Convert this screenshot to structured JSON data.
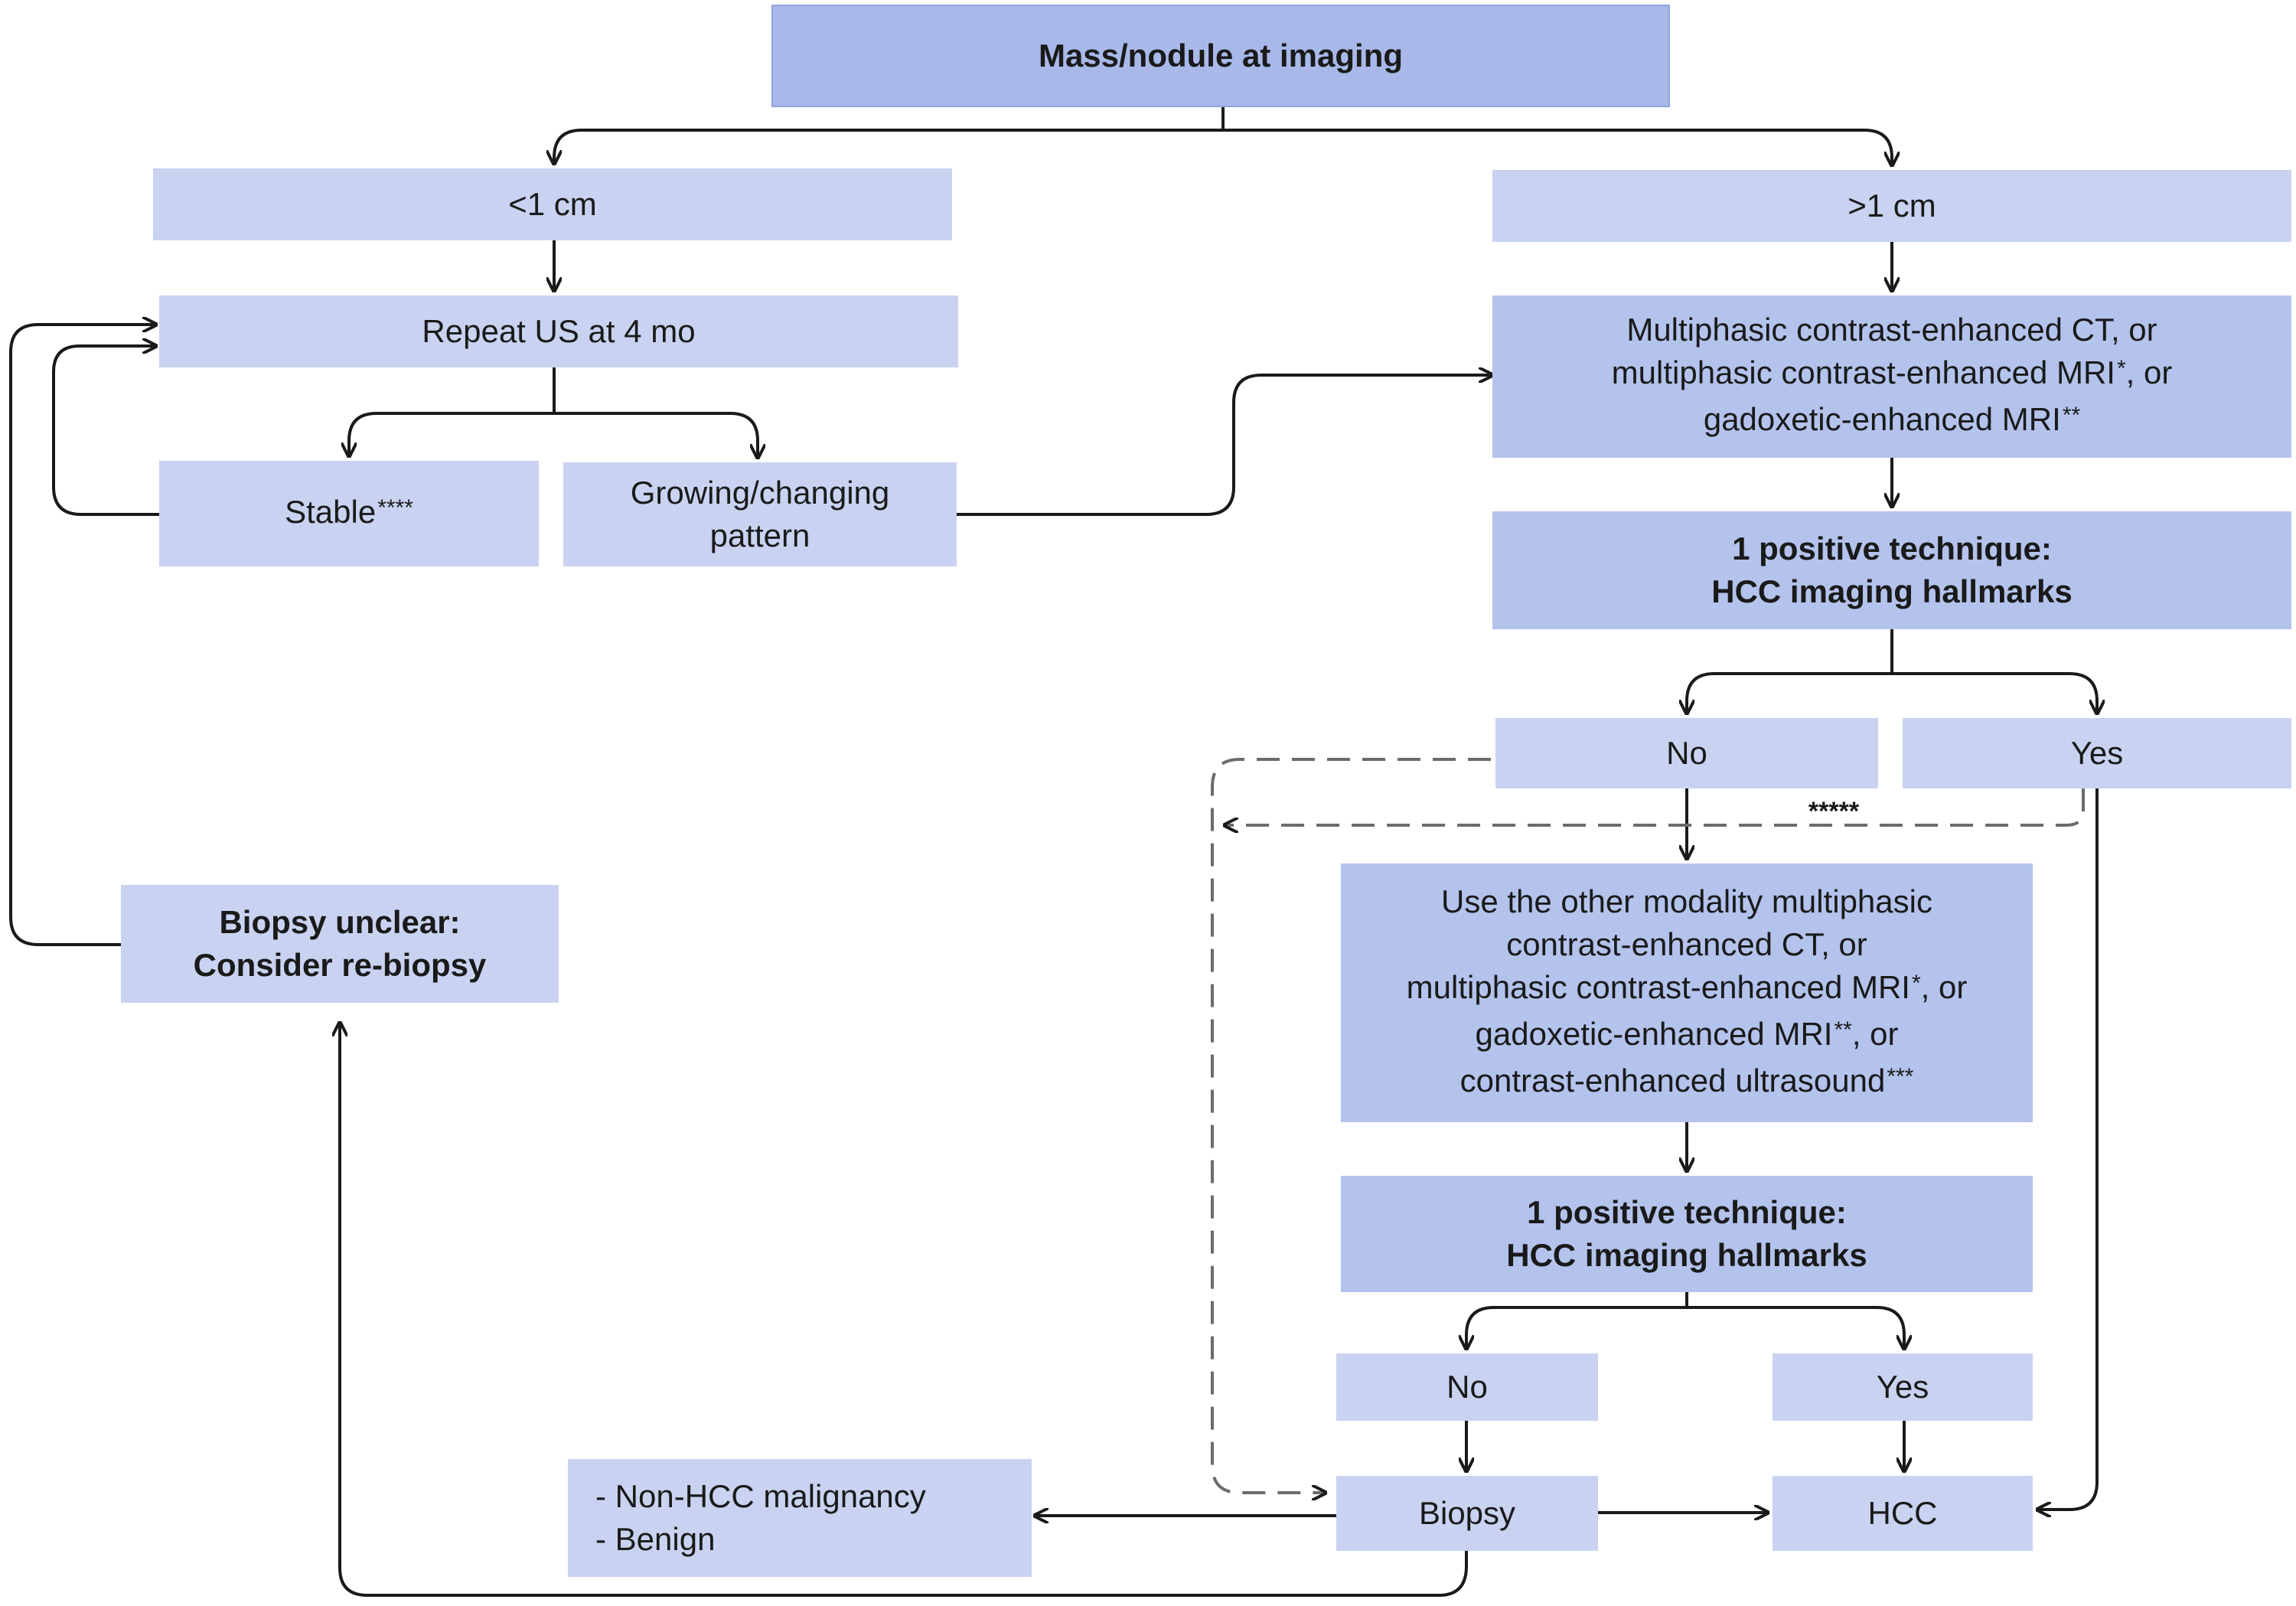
{
  "colors": {
    "box_light": "#c9d3f1",
    "box_mid": "#b3c3ec",
    "box_top": "#a8b9e9",
    "arrow": "#1a1a1a",
    "dashed": "#6b6b6b"
  },
  "nodes": {
    "mass_nodule": {
      "lines": [
        "Mass/nodule at imaging"
      ]
    },
    "lt_1cm": {
      "lines": [
        "<1 cm"
      ]
    },
    "gt_1cm": {
      "lines": [
        ">1 cm"
      ]
    },
    "repeat_us": {
      "lines": [
        "Repeat US at 4 mo"
      ]
    },
    "stable": {
      "text": "Stable",
      "stars": "****"
    },
    "growing": {
      "lines": [
        "Growing/changing",
        "pattern"
      ]
    },
    "multiphasic": {
      "line1": "Multiphasic contrast-enhanced CT, or",
      "line2_text": "multiphasic contrast-enhanced MRI",
      "line2_star": "*",
      "line2_tail": ", or",
      "line3_text": "gadoxetic-enhanced MRI",
      "line3_star": "**"
    },
    "positive_1": {
      "lines": [
        "1 positive technique:",
        "HCC imaging hallmarks"
      ]
    },
    "no_1": {
      "lines": [
        "No"
      ]
    },
    "yes_1": {
      "lines": [
        "Yes"
      ]
    },
    "dashed_note": {
      "text": "*****"
    },
    "other_modality": {
      "line1": "Use the other modality multiphasic",
      "line2": "contrast-enhanced CT, or",
      "line3_text": "multiphasic contrast-enhanced MRI",
      "line3_star": "*",
      "line3_tail": ", or",
      "line4_text": "gadoxetic-enhanced MRI",
      "line4_star": "**",
      "line4_tail": ", or",
      "line5_text": "contrast-enhanced ultrasound",
      "line5_star": "***"
    },
    "positive_2": {
      "lines": [
        "1 positive technique:",
        "HCC imaging hallmarks"
      ]
    },
    "no_2": {
      "lines": [
        "No"
      ]
    },
    "yes_2": {
      "lines": [
        "Yes"
      ]
    },
    "biopsy": {
      "lines": [
        "Biopsy"
      ]
    },
    "hcc": {
      "lines": [
        "HCC"
      ]
    },
    "non_hcc": {
      "lines": [
        "- Non-HCC malignancy",
        "- Benign"
      ]
    },
    "biopsy_unclear": {
      "lines": [
        "Biopsy unclear:",
        "Consider re-biopsy"
      ]
    }
  }
}
